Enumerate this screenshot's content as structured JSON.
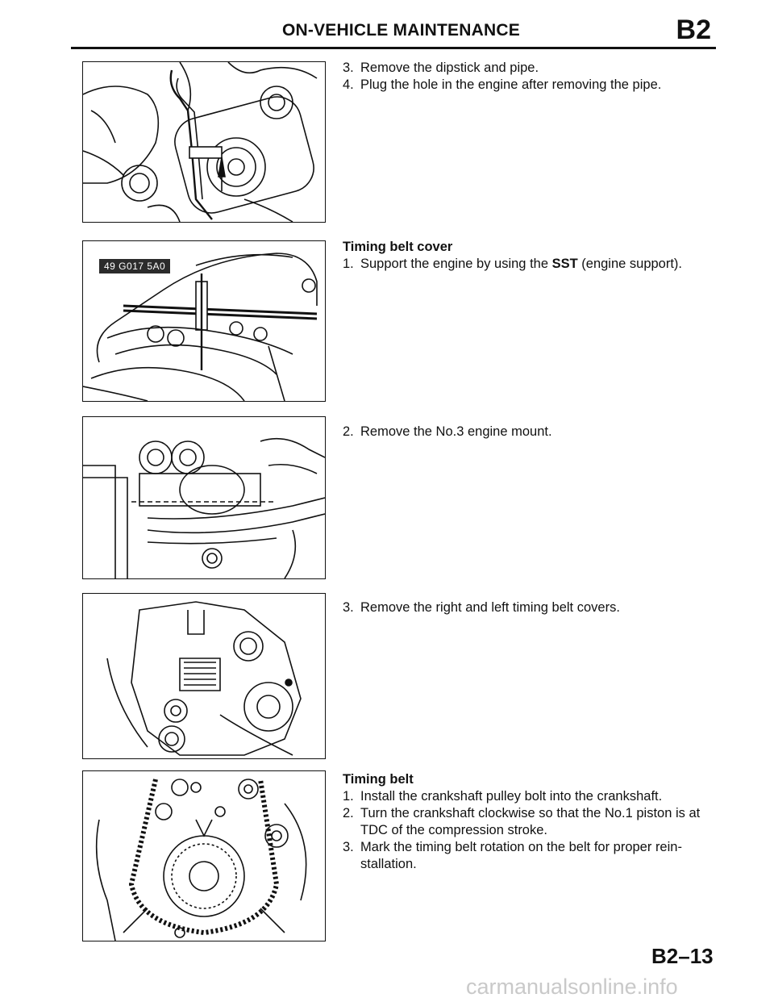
{
  "header": {
    "title": "ON-VEHICLE MAINTENANCE",
    "section": "B2"
  },
  "figures": [
    {
      "id": "dipstick-pipe-figure"
    },
    {
      "id": "engine-support-figure",
      "sst_label": "49 G017 5A0"
    },
    {
      "id": "engine-mount-figure"
    },
    {
      "id": "timing-belt-cover-figure"
    },
    {
      "id": "timing-belt-figure"
    }
  ],
  "blocks": {
    "dipstick": {
      "steps": [
        {
          "num": "3.",
          "text": "Remove the dipstick and pipe."
        },
        {
          "num": "4.",
          "text": "Plug the hole in the engine after removing the pipe."
        }
      ]
    },
    "timing_belt_cover": {
      "heading": "Timing belt cover",
      "step1": {
        "num": "1.",
        "pre": "Support the engine by using the ",
        "bold": "SST",
        "post": " (engine support)."
      }
    },
    "mount": {
      "steps": [
        {
          "num": "2.",
          "text": "Remove the No.3 engine mount."
        }
      ]
    },
    "covers": {
      "steps": [
        {
          "num": "3.",
          "text": "Remove the right and left timing belt covers."
        }
      ]
    },
    "timing_belt": {
      "heading": "Timing belt",
      "steps": [
        {
          "num": "1.",
          "text": "Install the crankshaft pulley bolt into the crankshaft."
        },
        {
          "num": "2.",
          "text": "Turn the crankshaft clockwise so that the No.1 piston is at TDC of the compression stroke."
        },
        {
          "num": "3.",
          "text": "Mark the timing belt rotation on the belt for proper rein-stallation."
        }
      ]
    }
  },
  "footer": {
    "page_number": "B2–13",
    "watermark": "carmanualsonline.info"
  }
}
